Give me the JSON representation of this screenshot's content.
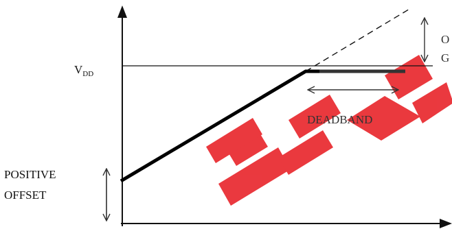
{
  "labels": {
    "vdd_main": "V",
    "vdd_sub": "DD",
    "deadband": "DEADBAND",
    "positive_offset_line1": "POSITIVE",
    "positive_offset_line2": "OFFSET",
    "gain_error_line1": "O",
    "gain_error_line2": "G"
  },
  "watermark": {
    "text": "EEPW",
    "color": "#e8242a"
  },
  "colors": {
    "axis": "#111111",
    "transfer_curve": "#000000",
    "deadband_segment": "#333333",
    "arrows": "#333333"
  }
}
